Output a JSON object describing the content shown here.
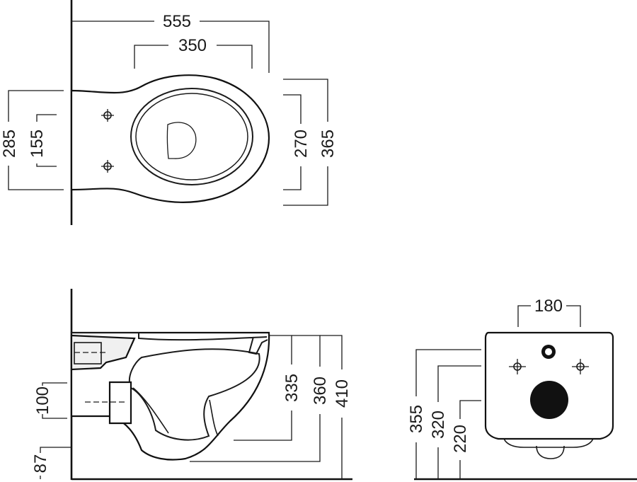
{
  "top_view": {
    "dims": {
      "overall_length": "555",
      "seat_opening_length": "350",
      "overall_width": "365",
      "seat_opening_width": "270",
      "wall_plate_height": "285",
      "fixing_hole_spacing": "155"
    }
  },
  "side_view": {
    "dims": {
      "rim_height": "410",
      "seat_height": "360",
      "bowl_height": "335",
      "waste_height": "100",
      "base_offset": "87"
    }
  },
  "rear_view": {
    "dims": {
      "fixing_spacing": "180",
      "rim_height": "355",
      "fixing_height": "320",
      "waste_height": "220"
    }
  },
  "colors": {
    "line": "#111111",
    "background": "#ffffff"
  }
}
